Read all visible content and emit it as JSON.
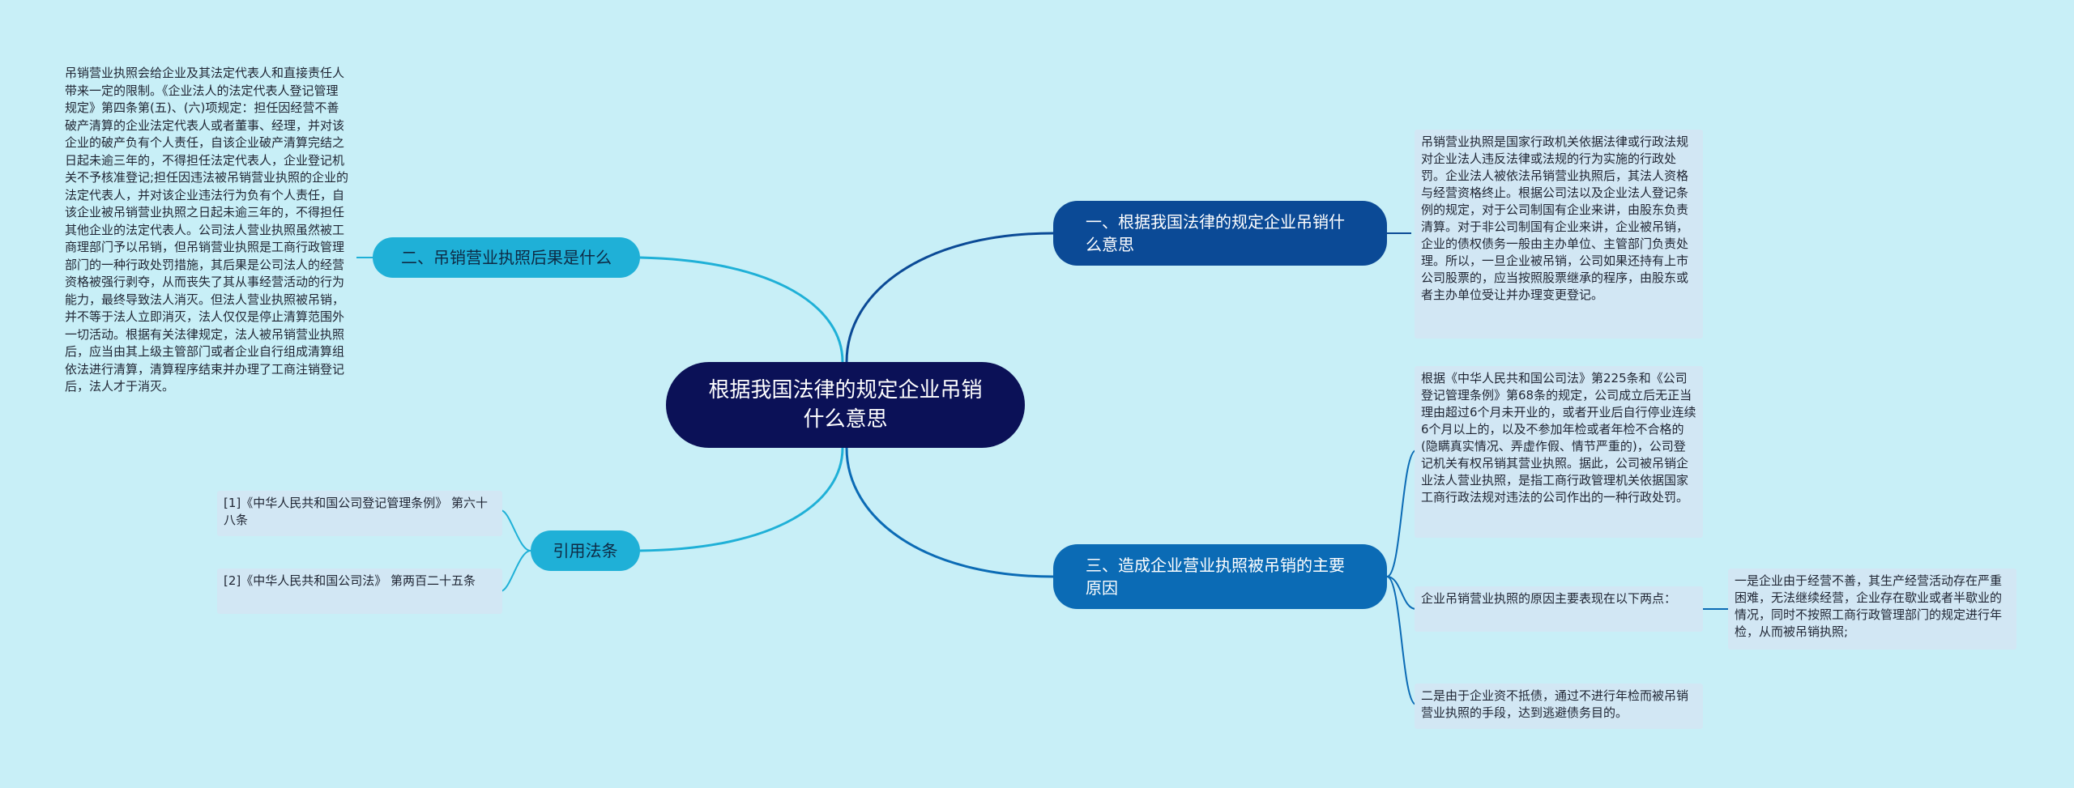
{
  "central_topic": "根据我国法律的规定企业吊销什么意思",
  "colors": {
    "background": "#c8eff7",
    "central": "#0b1157",
    "branch_dark": "#0b4a96",
    "branch_mid": "#0b6bb5",
    "branch_light": "#1fb0d7",
    "card": "#d2e7f4"
  },
  "branches": {
    "b1": {
      "label": "一、根据我国法律的规定企业吊销什么意思",
      "detail": "吊销营业执照是国家行政机关依据法律或行政法规对企业法人违反法律或法规的行为实施的行政处罚。企业法人被依法吊销营业执照后，其法人资格与经营资格终止。根据公司法以及企业法人登记条例的规定，对于公司制国有企业来讲，由股东负责清算。对于非公司制国有企业来讲，企业被吊销，企业的债权债务一般由主办单位、主管部门负责处理。所以，一旦企业被吊销，公司如果还持有上市公司股票的，应当按照股票继承的程序，由股东或者主办单位受让并办理变更登记。"
    },
    "b2": {
      "label": "二、吊销营业执照后果是什么",
      "detail": "吊销营业执照会给企业及其法定代表人和直接责任人带来一定的限制。《企业法人的法定代表人登记管理规定》第四条第(五)、(六)项规定：担任因经营不善破产清算的企业法定代表人或者董事、经理，并对该企业的破产负有个人责任，自该企业破产清算完结之日起未逾三年的，不得担任法定代表人，企业登记机关不予核准登记;担任因违法被吊销营业执照的企业的法定代表人，并对该企业违法行为负有个人责任，自该企业被吊销营业执照之日起未逾三年的，不得担任其他企业的法定代表人。公司法人营业执照虽然被工商理部门予以吊销，但吊销营业执照是工商行政管理部门的一种行政处罚措施，其后果是公司法人的经营资格被强行剥夺，从而丧失了其从事经营活动的行为能力，最终导致法人消灭。但法人营业执照被吊销，并不等于法人立即消灭，法人仅仅是停止清算范围外一切活动。根据有关法律规定，法人被吊销营业执照后，应当由其上级主管部门或者企业自行组成清算组依法进行清算，清算程序结束并办理了工商注销登记后，法人才于消灭。"
    },
    "b3": {
      "label": "三、造成企业营业执照被吊销的主要原因",
      "detail1": "根据《中华人民共和国公司法》第225条和《公司登记管理条例》第68条的规定，公司成立后无正当理由超过6个月未开业的，或者开业后自行停业连续6个月以上的，以及不参加年检或者年检不合格的(隐瞒真实情况、弄虚作假、情节严重的)，公司登记机关有权吊销其营业执照。据此，公司被吊销企业法人营业执照，是指工商行政管理机关依据国家工商行政法规对违法的公司作出的一种行政处罚。",
      "detail2": "企业吊销营业执照的原因主要表现在以下两点：",
      "detail2_sub": "一是企业由于经营不善，其生产经营活动存在严重困难，无法继续经营，企业存在歇业或者半歇业的情况，同时不按照工商行政管理部门的规定进行年检，从而被吊销执照;",
      "detail3": "二是由于企业资不抵债，通过不进行年检而被吊销营业执照的手段，达到逃避债务目的。"
    },
    "refs": {
      "label": "引用法条",
      "items": [
        "[1]《中华人民共和国公司登记管理条例》 第六十八条",
        "[2]《中华人民共和国公司法》 第两百二十五条"
      ]
    }
  }
}
